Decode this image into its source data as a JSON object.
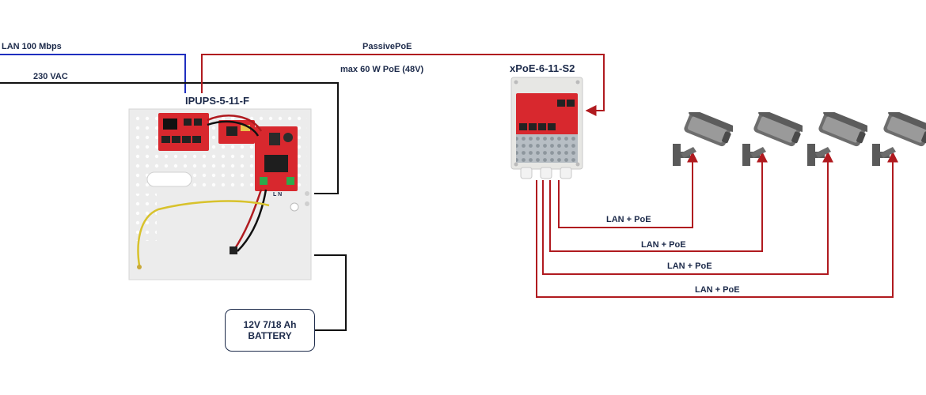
{
  "labels": {
    "lan": "LAN 100 Mbps",
    "vac": "230 VAC",
    "passive_poe": "PassivePoE",
    "max_poe": "max 60 W PoE (48V)",
    "ipups": "IPUPS-5-11-F",
    "xpoe": "xPoE-6-11-S2",
    "battery_line1": "12V 7/18 Ah",
    "battery_line2": "BATTERY",
    "lan_poe": [
      "LAN + PoE",
      "LAN + PoE",
      "LAN + PoE",
      "LAN + PoE"
    ],
    "ln_marking": "L N"
  },
  "colors": {
    "lan_wire": "#1f2fbf",
    "power_wire": "#111111",
    "poe_wire": "#b01a1f",
    "text": "#1c2a4a",
    "enclosure": "#ececec",
    "pcb": "#d8282e"
  },
  "icons": [
    "camera-icon",
    "camera-icon",
    "camera-icon",
    "camera-icon"
  ]
}
